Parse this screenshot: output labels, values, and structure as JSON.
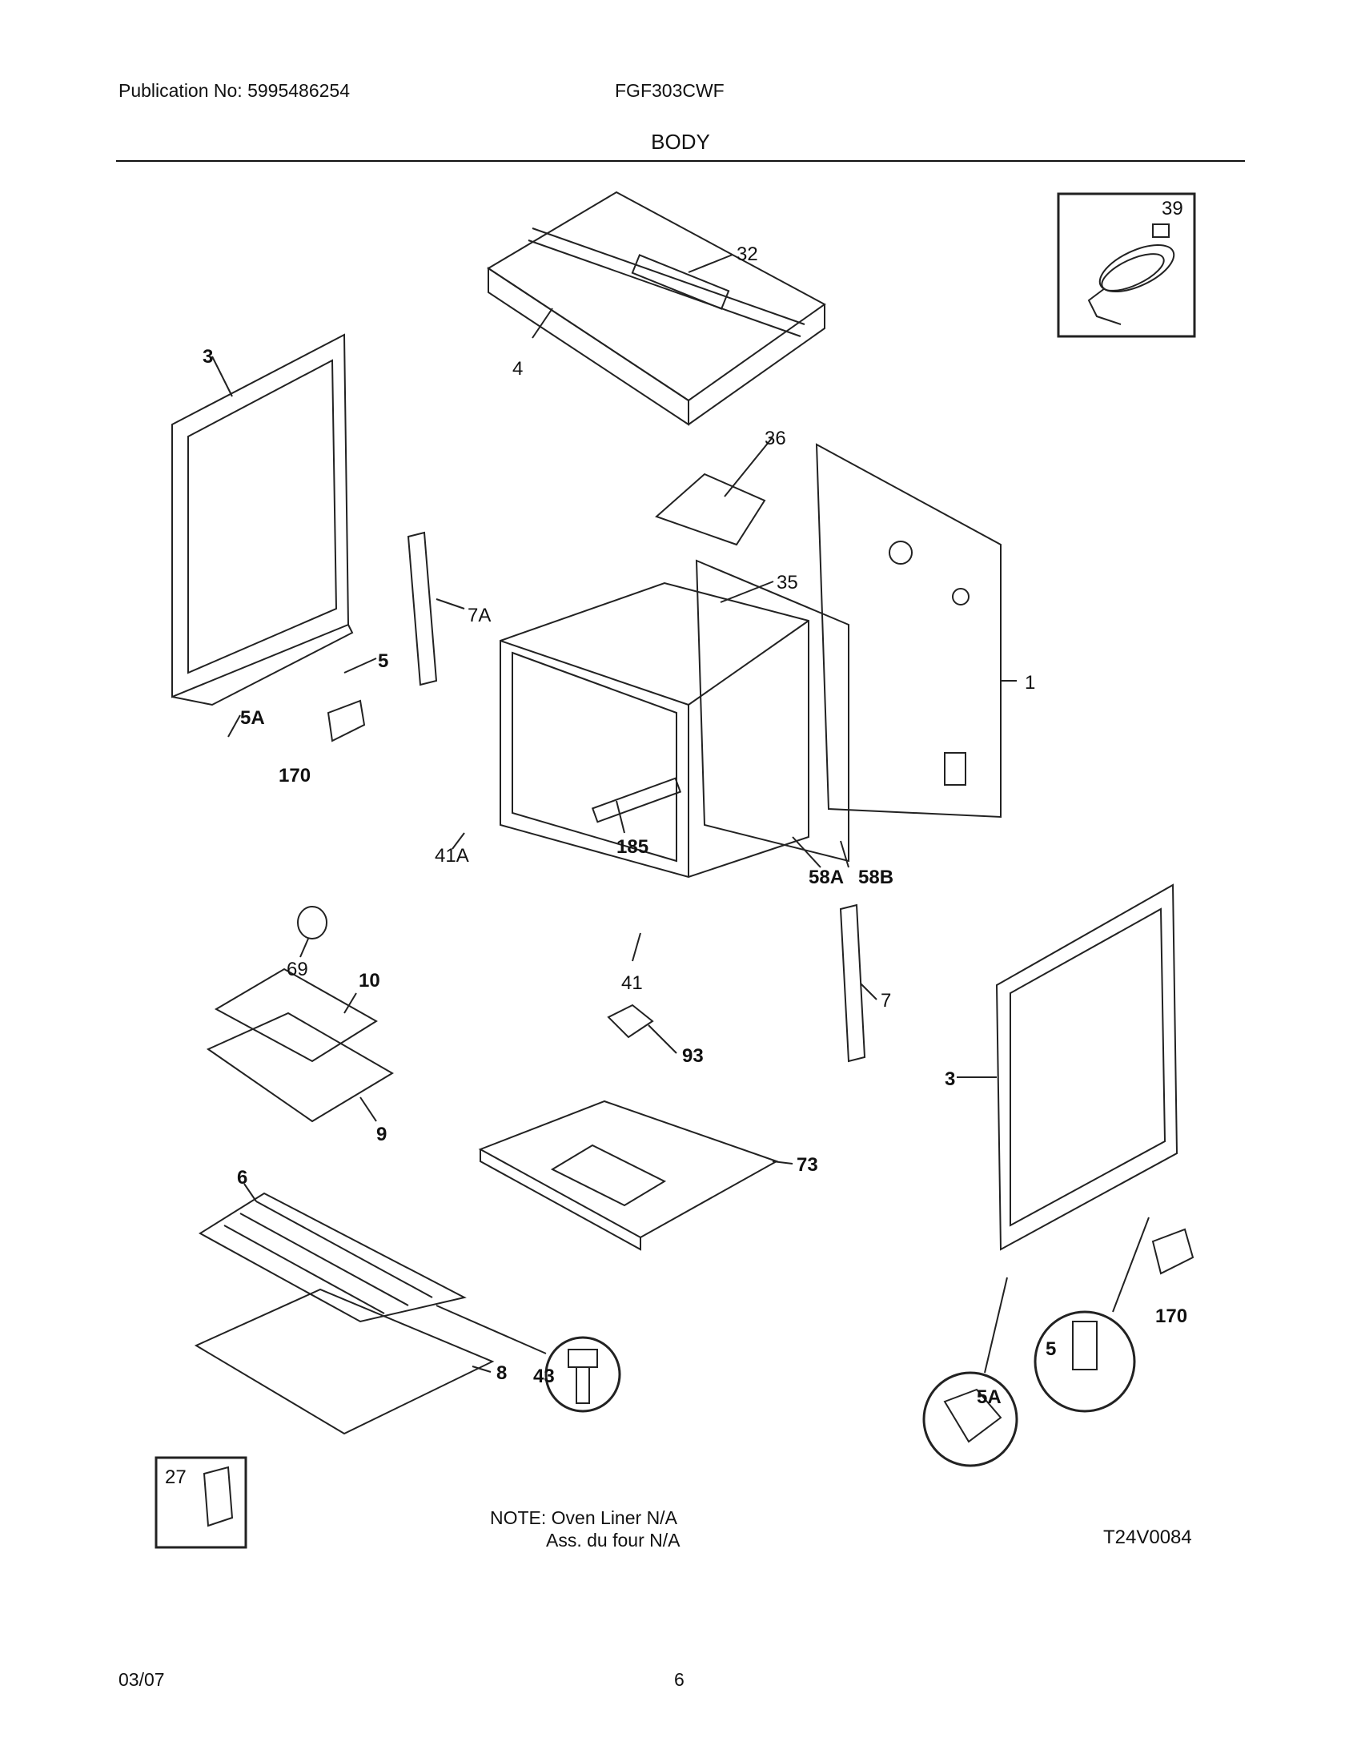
{
  "header": {
    "publication": "Publication No: 5995486254",
    "model": "FGF303CWF",
    "section": "BODY"
  },
  "footer": {
    "note_line1": "NOTE: Oven Liner N/A",
    "note_line2": "Ass. du four N/A",
    "drawing_code": "T24V0084",
    "date": "03/07",
    "page_number": "6"
  },
  "callouts": {
    "c32": "32",
    "c4": "4",
    "c39": "39",
    "c3_left": "3",
    "c36": "36",
    "c7A": "7A",
    "c35": "35",
    "c5_left": "5",
    "c1": "1",
    "c5A_left": "5A",
    "c170_left": "170",
    "c185": "185",
    "c58A": "58A",
    "c58B": "58B",
    "c41A": "41A",
    "c69": "69",
    "c10": "10",
    "c41": "41",
    "c7": "7",
    "c93": "93",
    "c9": "9",
    "c3_right": "3",
    "c73": "73",
    "c6": "6",
    "c8": "8",
    "c43": "43",
    "c170_right": "170",
    "c5_right": "5",
    "c5A_right": "5A",
    "c27": "27"
  }
}
